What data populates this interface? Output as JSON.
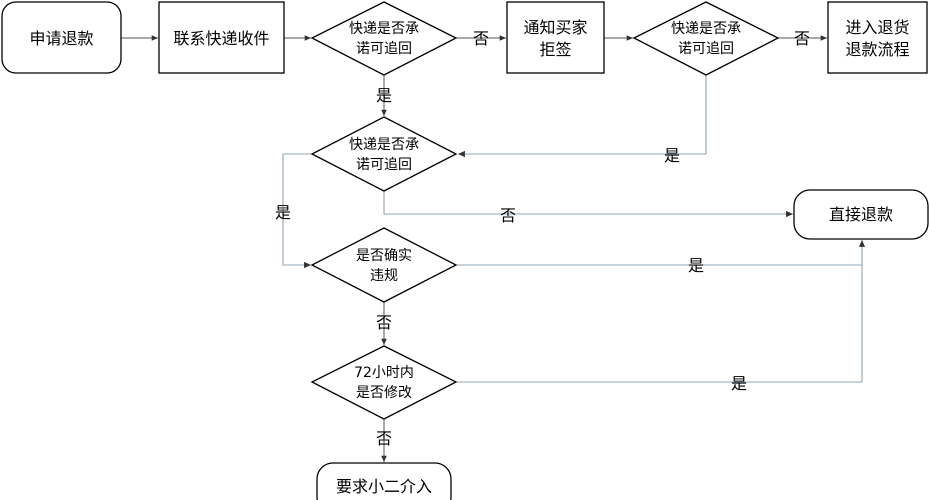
{
  "nodes": {
    "apply_refund": "申请退款",
    "contact_courier": "联系快递收件",
    "courier_recall_1": [
      "快递是否承",
      "诺可追回"
    ],
    "notify_buyer": [
      "通知买家",
      "拒签"
    ],
    "courier_recall_2": [
      "快递是否承",
      "诺可追回"
    ],
    "return_refund": [
      "进入退货",
      "退款流程"
    ],
    "courier_recall_3": [
      "快递是否承",
      "诺可追回"
    ],
    "direct_refund": "直接退款",
    "confirmed_violation": [
      "是否确实",
      "违规"
    ],
    "modify_72h": [
      "72小时内",
      "是否修改"
    ],
    "escalate": "要求小二介入"
  },
  "edge_labels": {
    "d1_no": "否",
    "d2_no": "否",
    "d1_yes": "是",
    "d2_yes": "是",
    "d3_no": "否",
    "d3_yes": "是",
    "d4_yes": "是",
    "d4_no": "否",
    "d5_yes": "是",
    "d5_no": "否"
  }
}
